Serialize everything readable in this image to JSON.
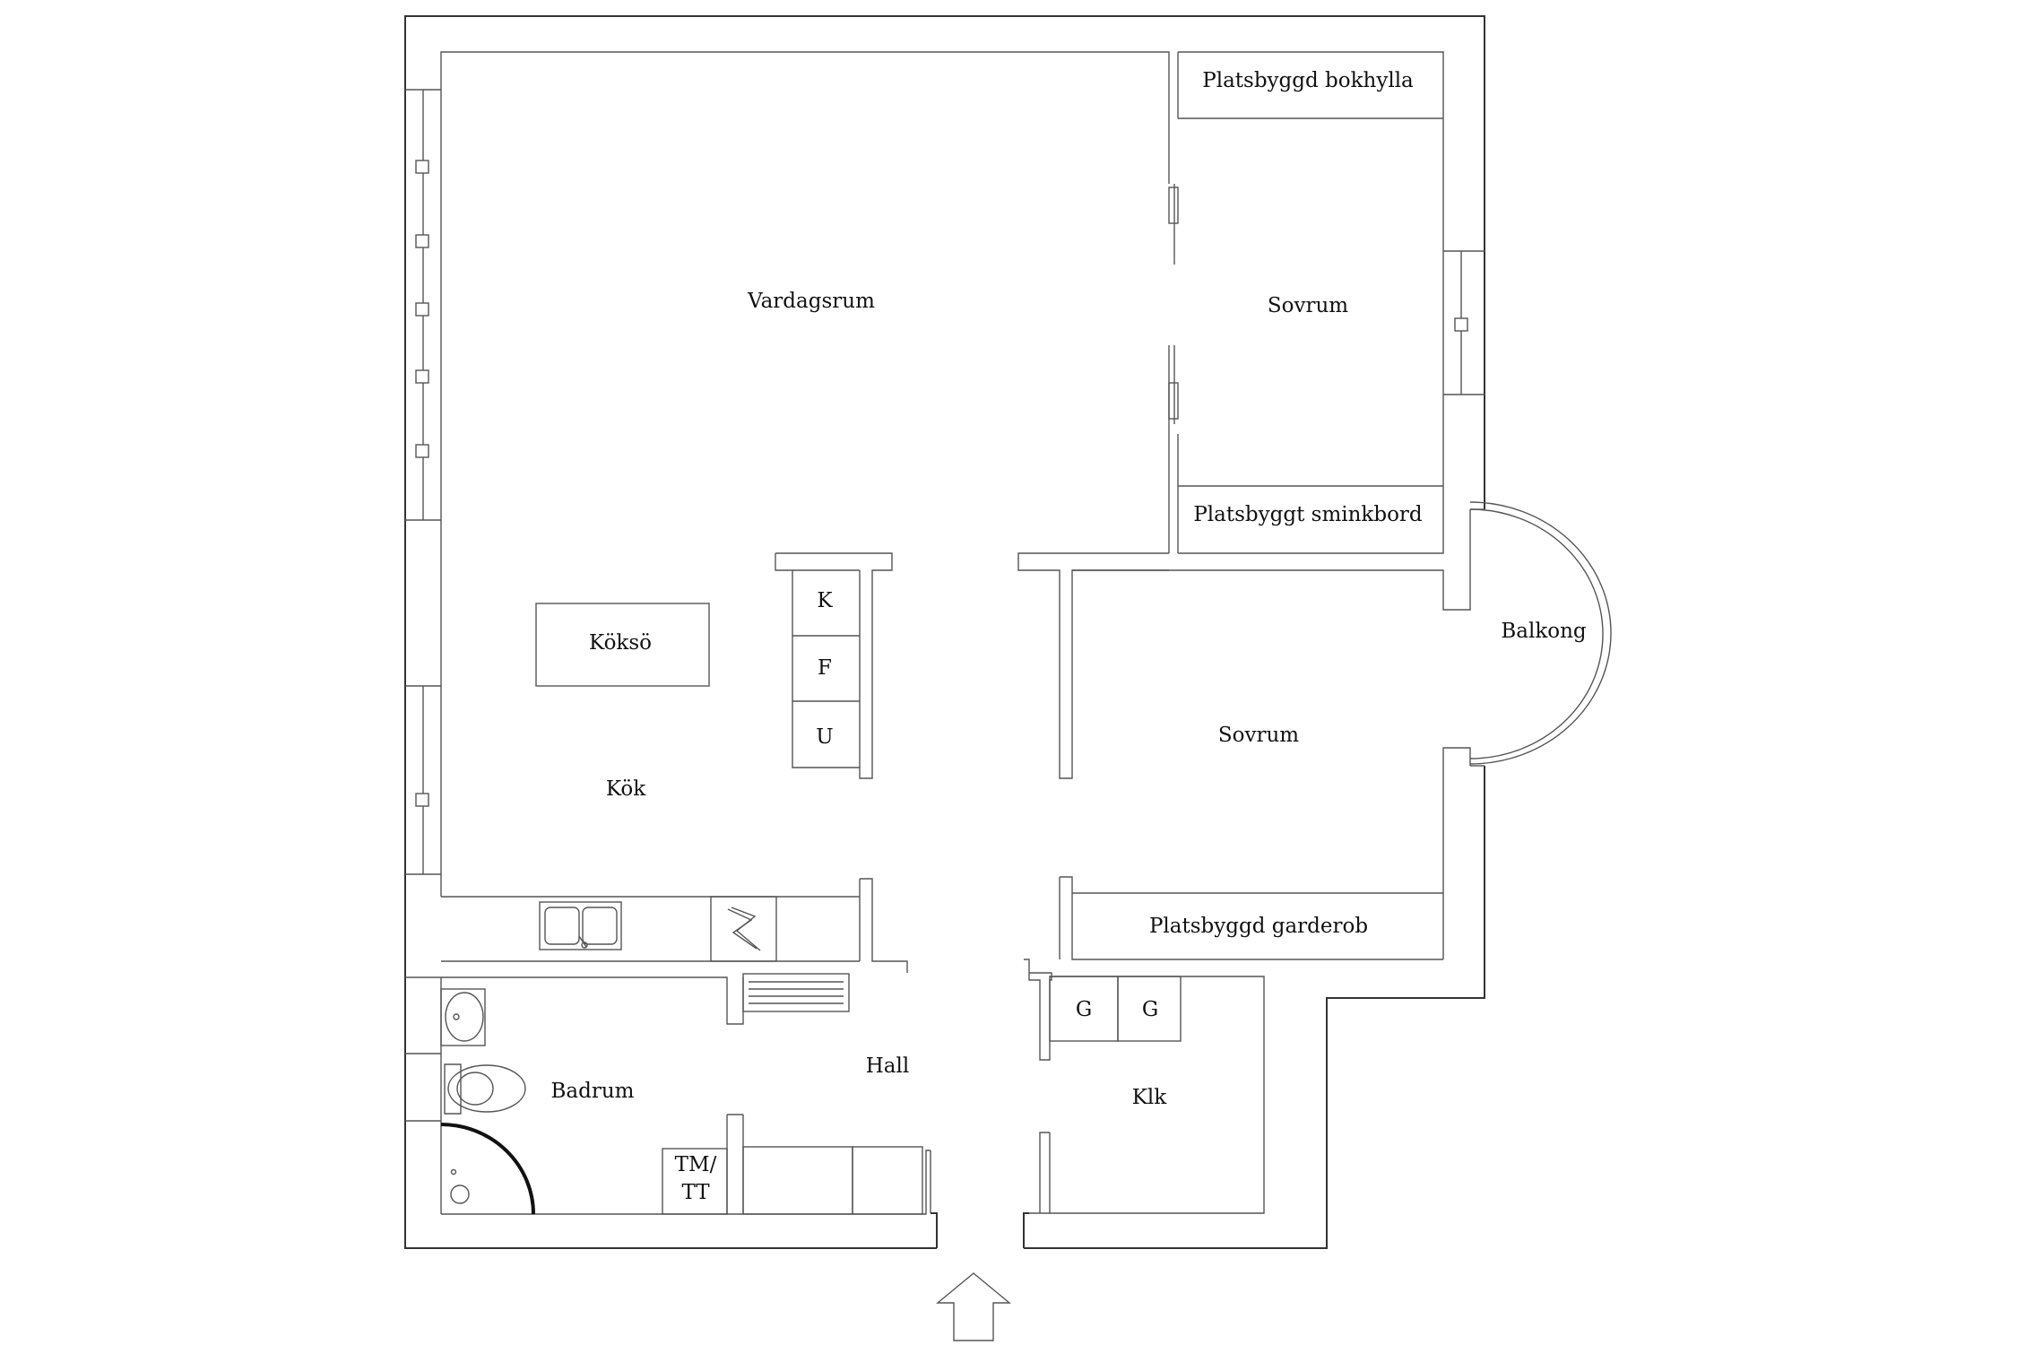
{
  "rooms": {
    "vardagsrum": "Vardagsrum",
    "sovrum_top": "Sovrum",
    "bokhylla": "Platsbyggd bokhylla",
    "sminkbord": "Platsbyggt sminkbord",
    "balkong": "Balkong",
    "sovrum_bottom": "Sovrum",
    "garderob": "Platsbyggd garderob",
    "koksoe": "Köksö",
    "kok": "Kök",
    "hall": "Hall",
    "badrum": "Badrum",
    "klk": "Klk"
  },
  "appliances": {
    "k": "K",
    "f": "F",
    "u": "U",
    "g1": "G",
    "g2": "G",
    "tm_line1": "TM/",
    "tm_line2": "TT"
  },
  "icons": {
    "entrance": "up-arrow-icon",
    "sink": "double-sink-icon",
    "stove": "stove-icon",
    "toilet": "toilet-icon",
    "washbasin": "washbasin-icon",
    "shower": "shower-icon",
    "radiator": "radiator-icon"
  }
}
